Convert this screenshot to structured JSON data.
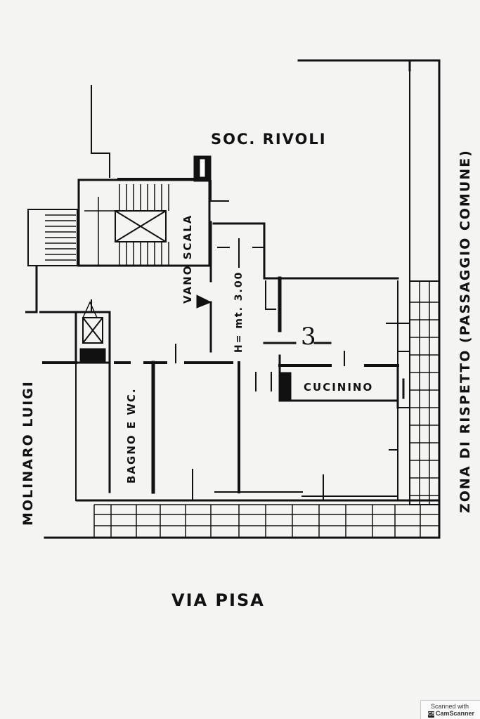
{
  "labels": {
    "soc_rivoli": "SOC. RIVOLI",
    "vano_scala": "VANO SCALA",
    "height": "H= mt. 3.00",
    "room_number": "3",
    "cucinino": "CUCININO",
    "bagno": "BAGNO E WC.",
    "molinaro": "MOLINARO LUIGI",
    "zona": "ZONA DI RISPETTO (PASSAGGIO COMUNE)",
    "via_pisa": "VIA PISA"
  },
  "stamp": {
    "line1": "Scanned with",
    "line2": "CamScanner"
  }
}
